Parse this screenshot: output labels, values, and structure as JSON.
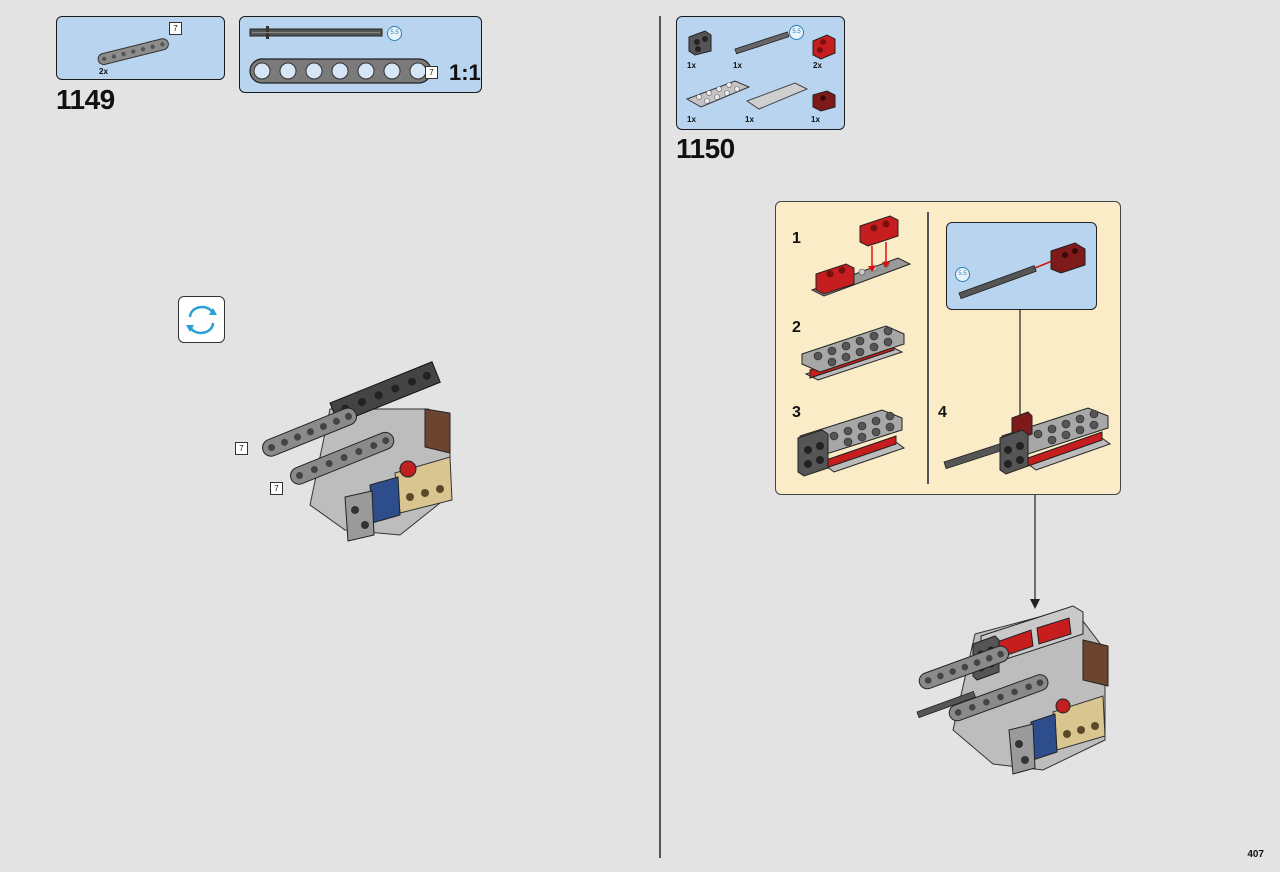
{
  "left": {
    "step_number": "1149",
    "parts_box": {
      "beam_qty": "2x",
      "beam_length": "7"
    },
    "callout": {
      "axle_length": "5.5",
      "beam_length": "7",
      "scale": "1:1"
    },
    "model_labels": [
      "7",
      "7"
    ]
  },
  "right": {
    "step_number": "1150",
    "parts": [
      {
        "qty": "1x",
        "icon": "dark-gray-brick-icon"
      },
      {
        "qty": "1x",
        "icon": "axle-icon"
      },
      {
        "qty": "2x",
        "icon": "red-brick-icon"
      },
      {
        "qty": "1x",
        "icon": "gray-plate-icon"
      },
      {
        "qty": "1x",
        "icon": "gray-tile-icon"
      },
      {
        "qty": "1x",
        "icon": "dark-red-brick-icon"
      }
    ],
    "parts_axle_length": "5.5",
    "subassembly": {
      "steps": [
        "1",
        "2",
        "3",
        "4"
      ],
      "callout_axle_length": "5.5"
    }
  },
  "page_number": "407",
  "colors": {
    "parts_box": "#b8d4ee",
    "subassembly_bg": "#fbecc8",
    "page_bg": "#e3e3e3",
    "rotate_arrow": "#2a9fd6"
  }
}
